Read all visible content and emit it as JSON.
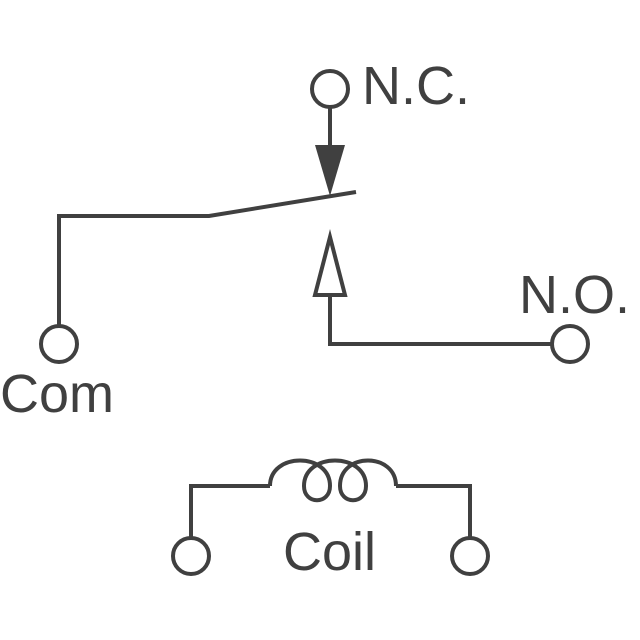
{
  "labels": {
    "nc": "N.C.",
    "no": "N.O.",
    "com": "Com",
    "coil": "Coil"
  },
  "colors": {
    "stroke": "#404040",
    "background": "#ffffff"
  }
}
